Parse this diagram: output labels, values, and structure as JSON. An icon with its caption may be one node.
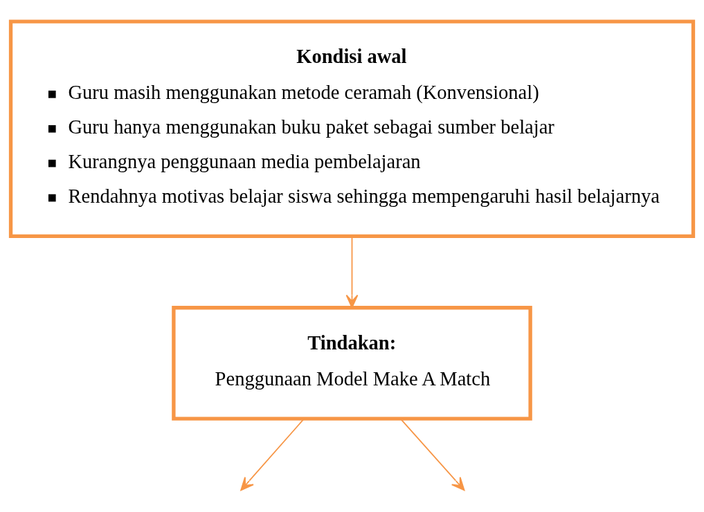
{
  "diagram": {
    "nodes": [
      {
        "text": [
          "Kondisi awal",
          "Guru masih menggunakan metode ceramah (Konvensional)",
          "Guru hanya menggunakan buku paket sebagai sumber belajar",
          "Kurangnya penggunaan media pembelajaran",
          "Rendahnya motivas belajar siswa sehingga mempengaruhi hasil belajarnya"
        ]
      },
      {
        "text": [
          "Tindakan:",
          "Penggunaan Model Make A Match"
        ]
      }
    ],
    "edges": [
      {
        "from": 0,
        "to": 1,
        "arrow": "to"
      },
      {
        "from": 1,
        "to": null,
        "arrow": "to"
      },
      {
        "from": 1,
        "to": null,
        "arrow": "to"
      }
    ]
  }
}
